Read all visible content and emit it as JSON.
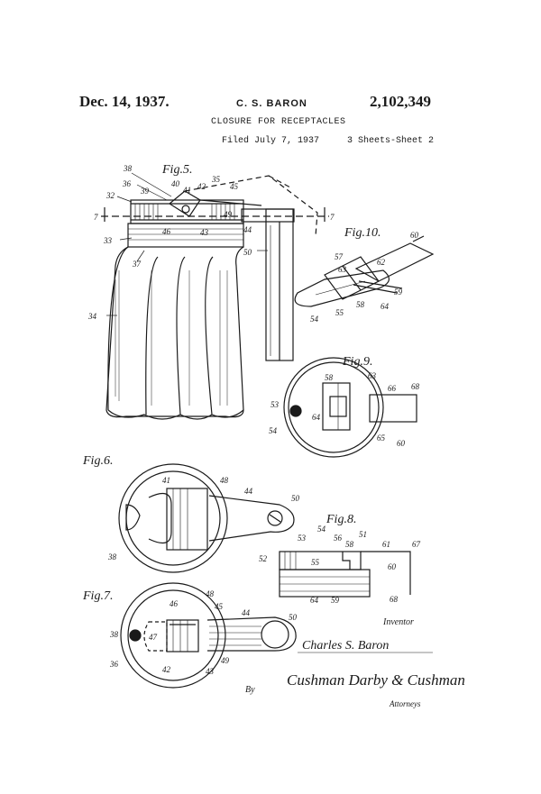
{
  "header": {
    "date": "Dec. 14, 1937.",
    "inventor_name": "C. S. BARON",
    "patent_number": "2,102,349",
    "title": "CLOSURE FOR RECEPTACLES",
    "filed": "Filed July 7, 1937",
    "sheets": "3 Sheets-Sheet 2"
  },
  "figures": {
    "fig5": "Fig.5.",
    "fig6": "Fig.6.",
    "fig7": "Fig.7.",
    "fig8": "Fig.8.",
    "fig9": "Fig.9.",
    "fig10": "Fig.10."
  },
  "refs": {
    "r7a": "7",
    "r7b": "7",
    "r32": "32",
    "r33": "33",
    "r34": "34",
    "r35": "35",
    "r36": "36",
    "r37": "37",
    "r38": "38",
    "r39": "39",
    "r40": "40",
    "r41": "41",
    "r42": "42",
    "r43": "43",
    "r44": "44",
    "r45": "45",
    "r46": "46",
    "r47": "47",
    "r48": "48",
    "r49": "49",
    "r50": "50",
    "r51": "51",
    "r52": "52",
    "r53": "53",
    "r54": "54",
    "r55": "55",
    "r56": "56",
    "r57": "57",
    "r58": "58",
    "r59": "59",
    "r60": "60",
    "r61": "61",
    "r62": "62",
    "r63": "63",
    "r64": "64",
    "r65": "65",
    "r66": "66",
    "r67": "67",
    "r68": "68"
  },
  "signature": {
    "inventor_label": "Inventor",
    "inventor_name": "Charles S. Baron",
    "by": "By",
    "attorneys_name": "Cushman Darby & Cushman",
    "attorneys_label": "Attorneys"
  }
}
